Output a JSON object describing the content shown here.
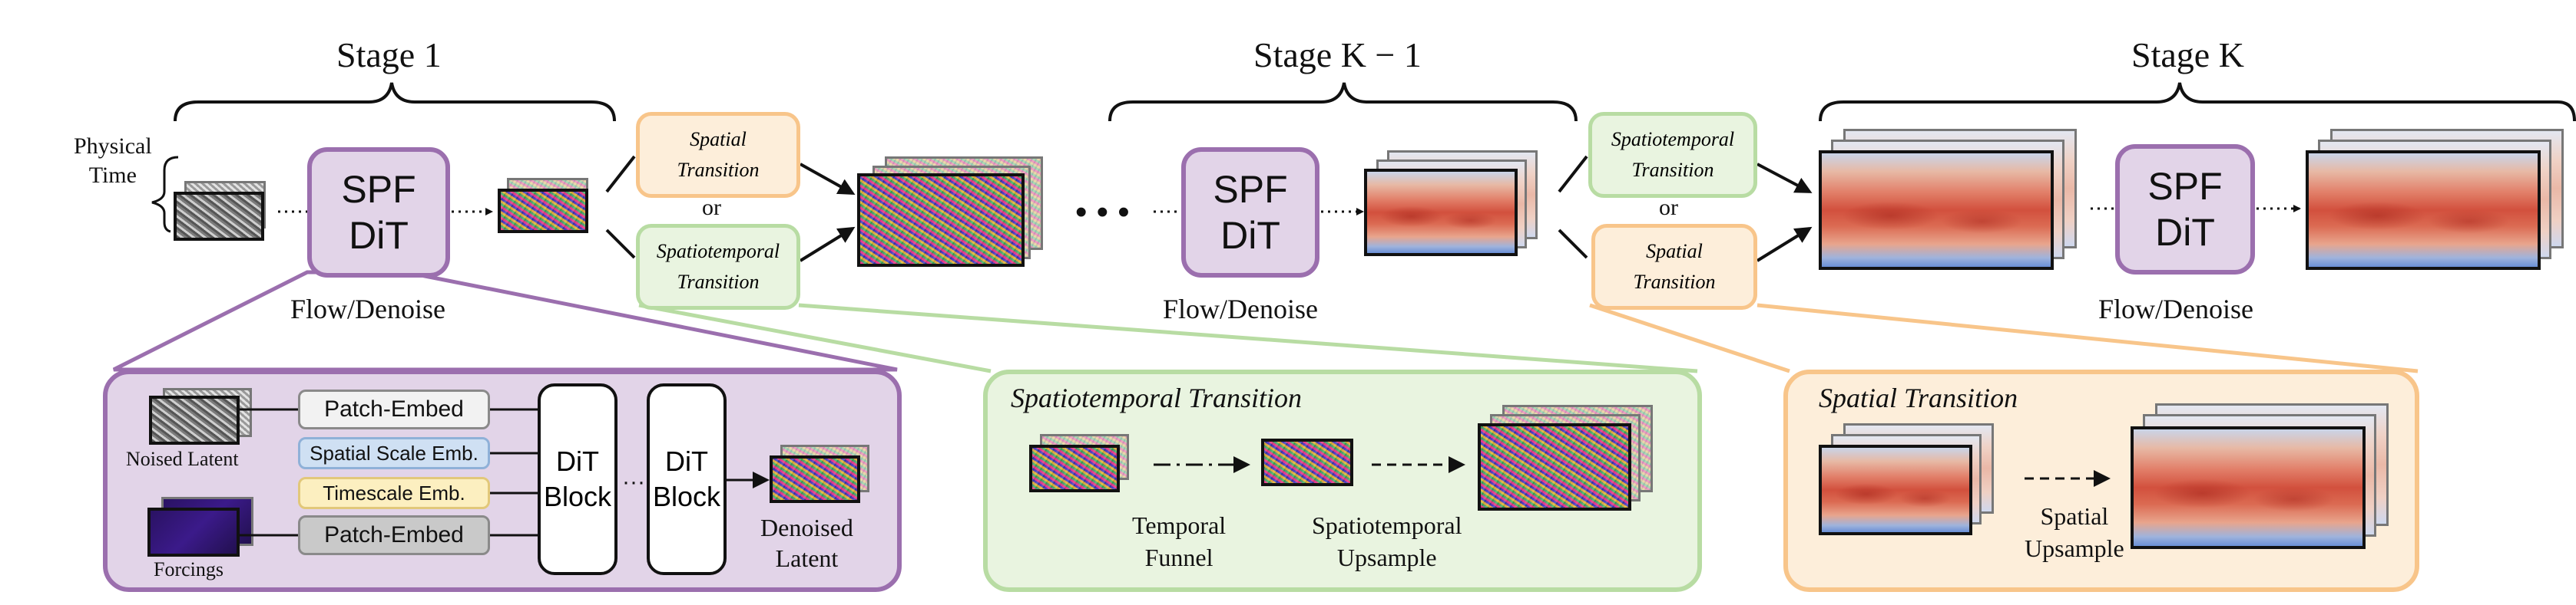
{
  "stages": {
    "stage1": "Stage 1",
    "stage_k1": "Stage K − 1",
    "stage_k": "Stage  K"
  },
  "physical_time": "Physical\nTime",
  "spf_dit": "SPF\nDiT",
  "flow_denoise": "Flow/Denoise",
  "or": "or",
  "transitions": {
    "spatial": "Spatial\nTransition",
    "spatiotemporal": "Spatiotemporal\nTransition"
  },
  "dit_panel": {
    "noised_latent": "Noised Latent",
    "forcings": "Forcings",
    "patch_embed": "Patch-Embed",
    "spatial_scale_emb": "Spatial Scale Emb.",
    "timescale_emb": "Timescale Emb.",
    "dit_block": "DiT\nBlock",
    "denoised_latent": "Denoised\nLatent"
  },
  "st_panel": {
    "title": "Spatiotemporal Transition",
    "temporal_funnel": "Temporal\nFunnel",
    "spatiotemporal_upsample": "Spatiotemporal\nUpsample"
  },
  "sp_panel": {
    "title": "Spatial Transition",
    "spatial_upsample": "Spatial\nUpsample"
  },
  "colors": {
    "purple": "#9b6fae",
    "purple_fill": "#e2d4e8",
    "green": "#b8dca3",
    "green_fill": "#e9f4e0",
    "orange": "#f8c58a",
    "orange_fill": "#fdeeda",
    "spatial_scale_fill": "#cfe0f3",
    "timescale_fill": "#fcefc0",
    "patch_embed_fill_gray": "#c9c9c9",
    "patch_embed_fill_light": "#f2f2f2"
  }
}
